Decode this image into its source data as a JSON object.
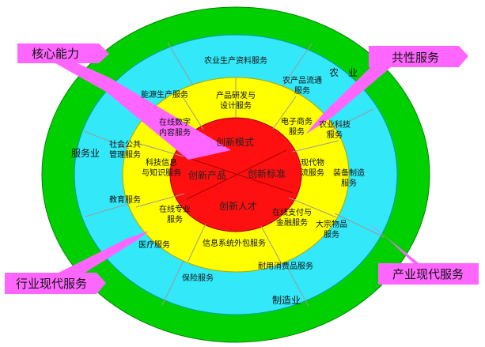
{
  "colors": {
    "outer_ring": "#00d000",
    "middle_ring": "#33e8f8",
    "inner_ring": "#ffff00",
    "core": "#ff1010",
    "callout": "#ff66ff",
    "divider": "#888888"
  },
  "callouts": {
    "core_ability": "核心能力",
    "common_service": "共性服务",
    "industry_service": "行业现代服务",
    "industrial_service": "产业现代服务"
  },
  "outer_ring": {
    "agriculture": "农　业",
    "service_industry": "服务业",
    "manufacturing": "制造业"
  },
  "middle_ring": {
    "agri_production": "农业生产资料服务",
    "energy_production": "能源生产服务",
    "agri_circulation": [
      "农产品流通",
      "服务"
    ],
    "agri_tech": [
      "农业科技",
      "服务"
    ],
    "social_public": [
      "社会公共",
      "管理服务"
    ],
    "equipment_mfg": [
      "装备制造",
      "服务"
    ],
    "education": "教育服务",
    "bulk_goods": [
      "大宗物品",
      "服务"
    ],
    "medical": "医疗服务",
    "insurance": "保险服务",
    "durable_goods": "耐用消费品服务"
  },
  "inner_ring": {
    "product_rd": [
      "产品研发与",
      "设计服务"
    ],
    "online_digital": [
      "在线数字",
      "内容服务"
    ],
    "ecommerce": [
      "电子商务",
      "服务"
    ],
    "sci_info": [
      "科技信息",
      "与知识服务"
    ],
    "modern_logistics": [
      "现代物",
      "流服务"
    ],
    "online_professional": [
      "在线专业",
      "服务"
    ],
    "online_payment": [
      "在线支付与",
      "金融服务"
    ],
    "it_outsourcing": "信息系统外包服务"
  },
  "core": {
    "innovation_model": "创新模式",
    "innovation_product": "创新产品",
    "innovation_standard": "创新标准",
    "innovation_talent": "创新人才"
  }
}
